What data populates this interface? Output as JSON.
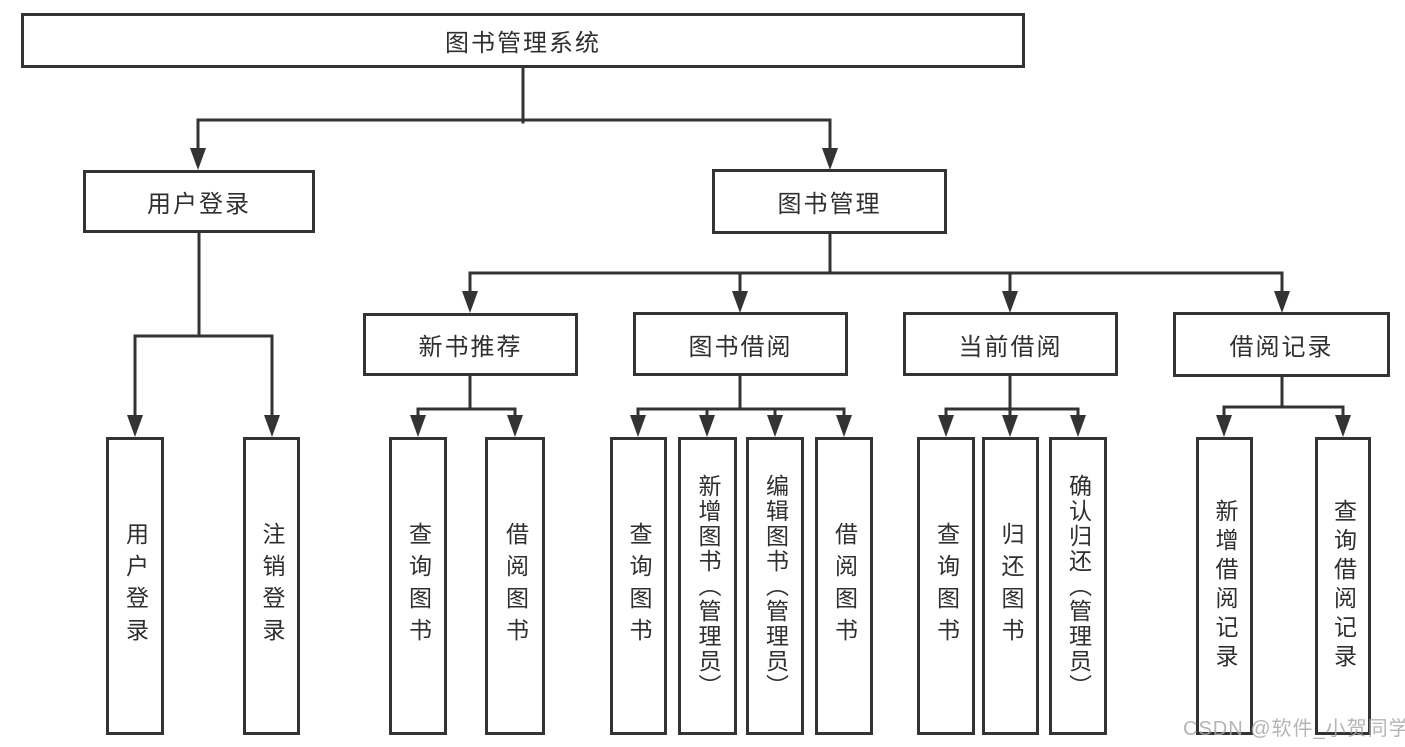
{
  "tree": {
    "label": "图书管理系统",
    "children": [
      {
        "label": "用户登录",
        "children": [
          {
            "label": "用户登录"
          },
          {
            "label": "注销登录"
          }
        ]
      },
      {
        "label": "图书管理",
        "children": [
          {
            "label": "新书推荐",
            "children": [
              {
                "label": "查询图书"
              },
              {
                "label": "借阅图书"
              }
            ]
          },
          {
            "label": "图书借阅",
            "children": [
              {
                "label": "查询图书"
              },
              {
                "label": "新增图书（管理员）"
              },
              {
                "label": "编辑图书（管理员）"
              },
              {
                "label": "借阅图书"
              }
            ]
          },
          {
            "label": "当前借阅",
            "children": [
              {
                "label": "查询图书"
              },
              {
                "label": "归还图书"
              },
              {
                "label": "确认归还（管理员）"
              }
            ]
          },
          {
            "label": "借阅记录",
            "children": [
              {
                "label": "新增借阅记录"
              },
              {
                "label": "查询借阅记录"
              }
            ]
          }
        ]
      }
    ]
  },
  "watermark": {
    "text": "CSDN @软件_小贺同学"
  },
  "colors": {
    "background": "#ffffff",
    "line": "#333333",
    "box_border": "#333333",
    "box_fill": "#ffffff",
    "text": "#2f2f2f",
    "watermark": "#a8a8a8"
  }
}
